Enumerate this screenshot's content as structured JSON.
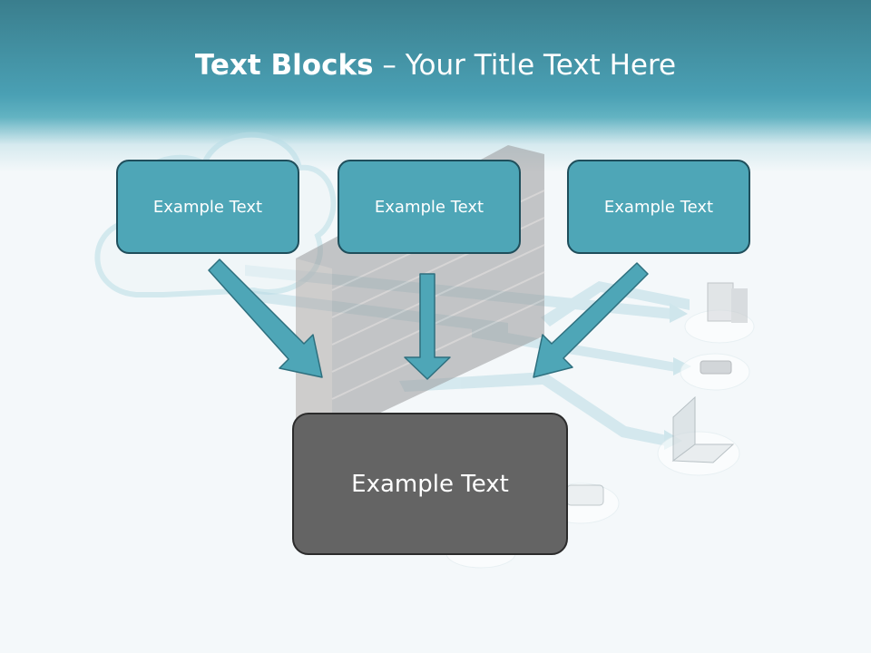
{
  "slide": {
    "title_bold": "Text Blocks",
    "title_dash": " – ",
    "title_rest": "Your Title Text Here"
  },
  "blocks": {
    "top": [
      {
        "label": "Example Text"
      },
      {
        "label": "Example Text"
      },
      {
        "label": "Example Text"
      }
    ],
    "bottom": {
      "label": "Example Text"
    }
  },
  "colors": {
    "header": "#4aa0b4",
    "top_box_fill": "#4ea6b7",
    "top_box_border": "#1f4e5b",
    "bottom_box_fill": "#646464",
    "arrow_fill": "#4ea6b7",
    "arrow_stroke": "#2e6f7e"
  },
  "background_icons": [
    "cloud-icon",
    "brick-wall-icon",
    "monitor-icon",
    "phone-icon",
    "laptop-icon",
    "tablet-icon"
  ]
}
